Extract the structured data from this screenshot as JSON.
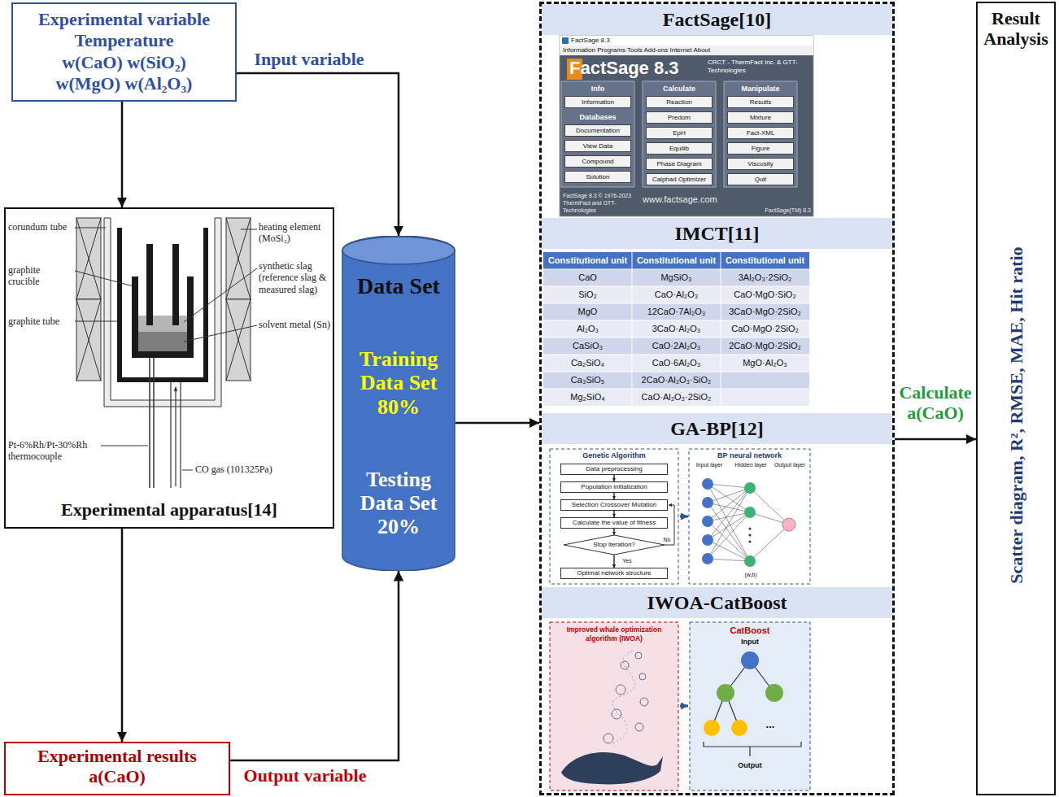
{
  "diagram": {
    "nodes": [
      {
        "text": [
          "Experimental variable Temperature",
          "w(CaO) w(SiO₂) w(MgO) w(Al₂O₃)"
        ]
      },
      {
        "text": [
          "Experimental apparatus[14]"
        ]
      },
      {
        "text": [
          "Experimental results",
          "a(CaO)"
        ]
      },
      {
        "text": [
          "Data Set",
          "Training Data Set 80%",
          "Testing Data Set 20%"
        ]
      },
      {
        "text": []
      },
      {
        "text": [
          "FactSage[10]"
        ],
        "in": 4
      },
      {
        "text": [
          "IMCT[11]"
        ],
        "in": 4
      },
      {
        "text": [
          "GA-BP[12]"
        ],
        "in": 4
      },
      {
        "text": [
          "IWOA-CatBoost"
        ],
        "in": 4
      },
      {
        "text": [
          "Result Analysis",
          "Scatter diagram, R², RMSE, MAE, Hit ratio"
        ]
      }
    ],
    "edges": [
      {
        "from": 0,
        "to": 3,
        "arrow": "to",
        "label": "Input variable"
      },
      {
        "from": 0,
        "to": 1,
        "arrow": "to"
      },
      {
        "from": 1,
        "to": 2,
        "arrow": "to"
      },
      {
        "from": 2,
        "to": 3,
        "arrow": "to",
        "label": "Output variable"
      },
      {
        "from": 3,
        "to": 4,
        "arrow": "to"
      },
      {
        "from": 4,
        "to": 9,
        "arrow": "to",
        "label": "Calculate a(CaO)"
      }
    ],
    "labels": [
      "corundum tube",
      "graphite crucible",
      "graphite tube",
      "Pt-6%Rh/Pt-30%Rh thermocouple",
      "heating element (MoSi₂)",
      "synthetic slag (reference slag & measured slag)",
      "solvent metal (Sn)",
      "CO gas (101325Pa)",
      "FactSage 8.3",
      "Information Programs Tools Add-ons Internet About",
      "FactSage 8.3",
      "CRCT - ThermFact Inc. & GTT-Technologies",
      "Info",
      "Information",
      "Databases",
      "Documentation",
      "View Data",
      "Compound",
      "Solution",
      "Calculate",
      "Reaction",
      "Predom",
      "EpH",
      "Equilib",
      "Phase Diagram",
      "Calphad Optimizer",
      "Manipulate",
      "Results",
      "Mixture",
      "Fact-XML",
      "Figure",
      "Viscosity",
      "Quit",
      "www.factsage.com",
      "FactSage 8.3 © 1976-2023 ThermFact and GTT-Technologies",
      "FactSage(TM) 8.3",
      "Constitutional unit",
      "Constitutional unit",
      "Constitutional unit",
      "CaO",
      "MgSiO₃",
      "3Al₂O₃·2SiO₂",
      "SiO₂",
      "CaO·Al₂O₃",
      "CaO·MgO·SiO₂",
      "MgO",
      "12CaO·7Al₂O₃",
      "3CaO·MgO·2SiO₂",
      "Al₂O₃",
      "3CaO·Al₂O₃",
      "CaO·MgO·2SiO₂",
      "CaSiO₃",
      "CaO·2Al₂O₃",
      "2CaO·MgO·2SiO₂",
      "Ca₂SiO₄",
      "CaO·6Al₂O₃",
      "MgO·Al₂O₃",
      "Ca₃SiO₅",
      "2CaO·Al₂O₃·SiO₂",
      "Mg₂SiO₄",
      "CaO·Al₂O₃·2SiO₂",
      "Genetic Algorithm",
      "Data preprocessing",
      "Population initialization",
      "Selection Crossover Mutation",
      "Calculate the value of fitness",
      "Stop iteration?",
      "No",
      "Yes",
      "Optimal network structure",
      "BP neural network",
      "Input layer",
      "Hidden layer",
      "Output layer",
      "(w,b)",
      "Improved whale optimization algorithm (IWOA)",
      "CatBoost",
      "Input",
      "Output",
      "..."
    ]
  }
}
